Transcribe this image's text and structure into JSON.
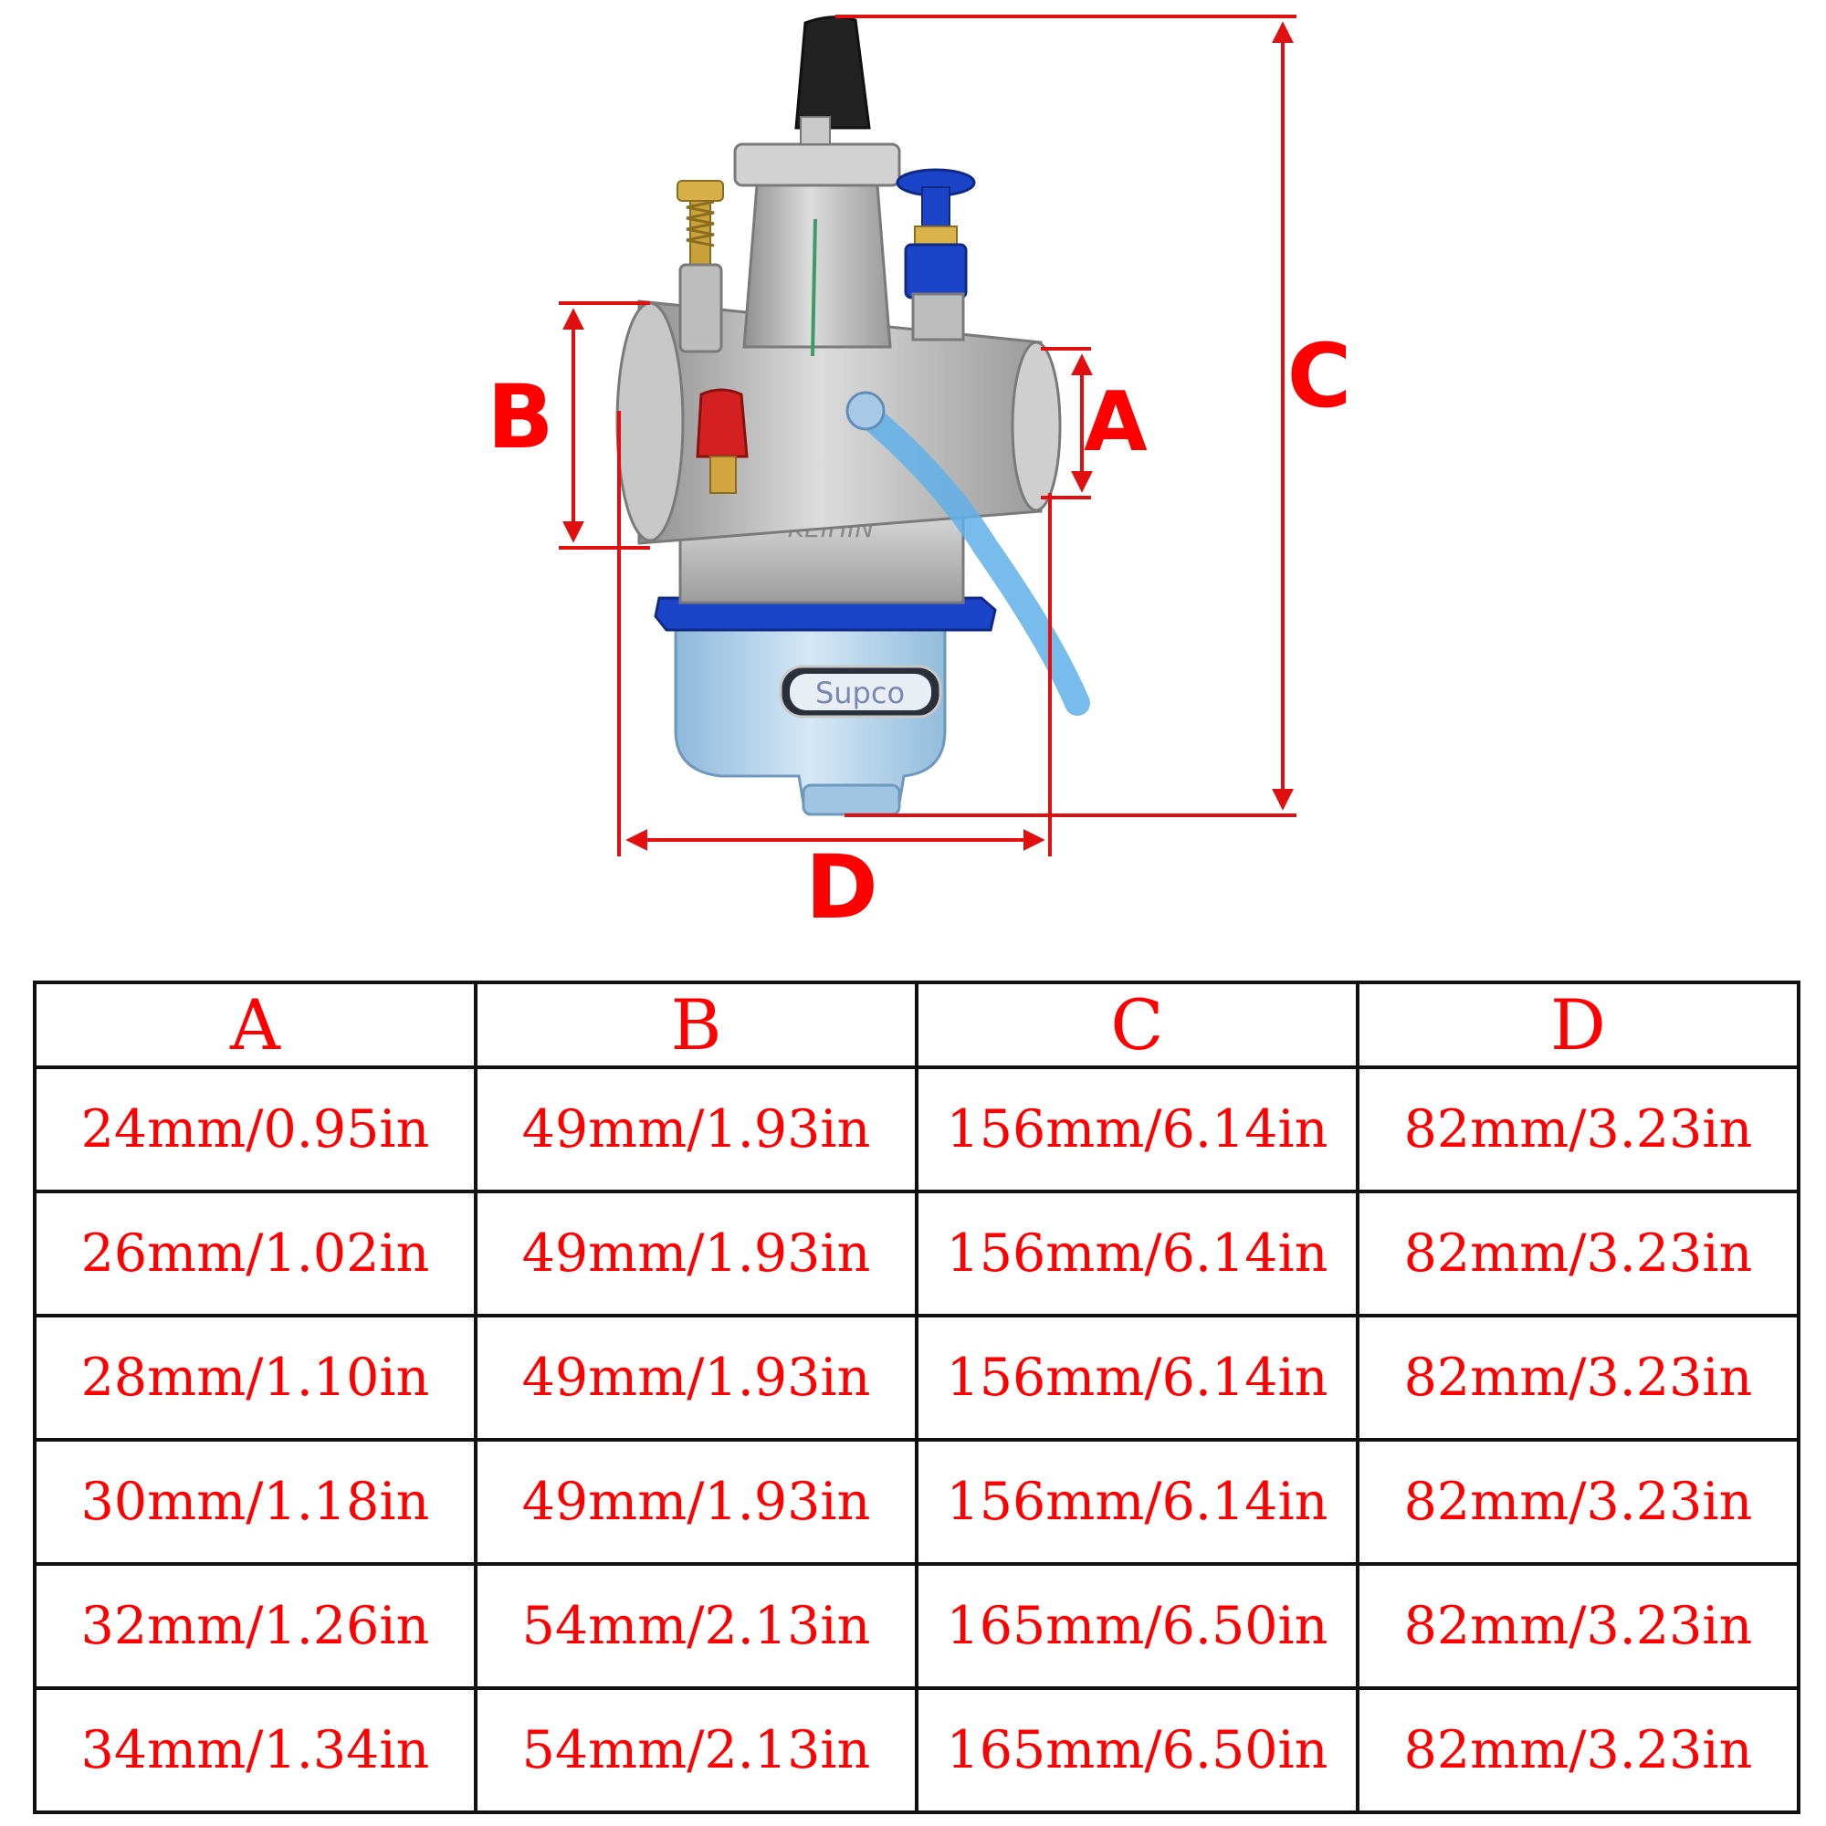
{
  "diagram": {
    "labels": {
      "a": "A",
      "b": "B",
      "c": "C",
      "d": "D"
    },
    "brand_text": "KEIHIN",
    "logo_text": "Supco",
    "colors": {
      "dimension": "#e01010",
      "body": "#b9b9b9",
      "anodized": "#1c44c8",
      "bowl": "#a9cde8",
      "hose": "#5fb0e6",
      "cap": "#222222"
    }
  },
  "table": {
    "headers": [
      "A",
      "B",
      "C",
      "D"
    ],
    "rows": [
      [
        "24mm/0.95in",
        "49mm/1.93in",
        "156mm/6.14in",
        "82mm/3.23in"
      ],
      [
        "26mm/1.02in",
        "49mm/1.93in",
        "156mm/6.14in",
        "82mm/3.23in"
      ],
      [
        "28mm/1.10in",
        "49mm/1.93in",
        "156mm/6.14in",
        "82mm/3.23in"
      ],
      [
        "30mm/1.18in",
        "49mm/1.93in",
        "156mm/6.14in",
        "82mm/3.23in"
      ],
      [
        "32mm/1.26in",
        "54mm/2.13in",
        "165mm/6.50in",
        "82mm/3.23in"
      ],
      [
        "34mm/1.34in",
        "54mm/2.13in",
        "165mm/6.50in",
        "82mm/3.23in"
      ]
    ]
  }
}
